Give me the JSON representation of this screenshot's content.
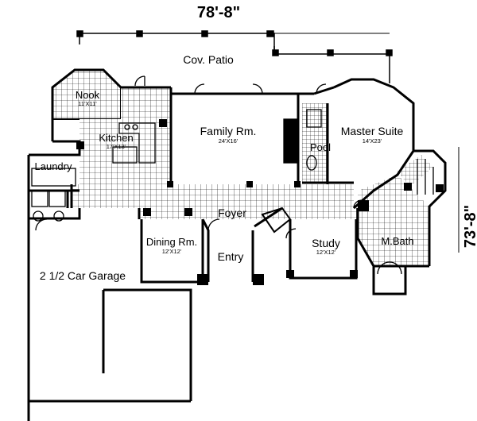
{
  "plan": {
    "width_label": "78'-8\"",
    "depth_label": "73'-8\"",
    "rooms": {
      "patio": {
        "name": "Cov. Patio"
      },
      "nook": {
        "name": "Nook",
        "dims": "11'X11'"
      },
      "kitchen": {
        "name": "Kitchen",
        "dims": "17'X13'"
      },
      "laundry": {
        "name": "Laundry"
      },
      "family": {
        "name": "Family Rm.",
        "dims": "24'X16'"
      },
      "master": {
        "name": "Master Suite",
        "dims": "14'X23'"
      },
      "pool": {
        "name": "Pool"
      },
      "foyer": {
        "name": "Foyer"
      },
      "dining": {
        "name": "Dining Rm.",
        "dims": "12'X12'"
      },
      "entry": {
        "name": "Entry"
      },
      "study": {
        "name": "Study",
        "dims": "12'X12'"
      },
      "mbath": {
        "name": "M.Bath"
      },
      "garage": {
        "name": "2 1/2 Car Garage"
      }
    }
  }
}
